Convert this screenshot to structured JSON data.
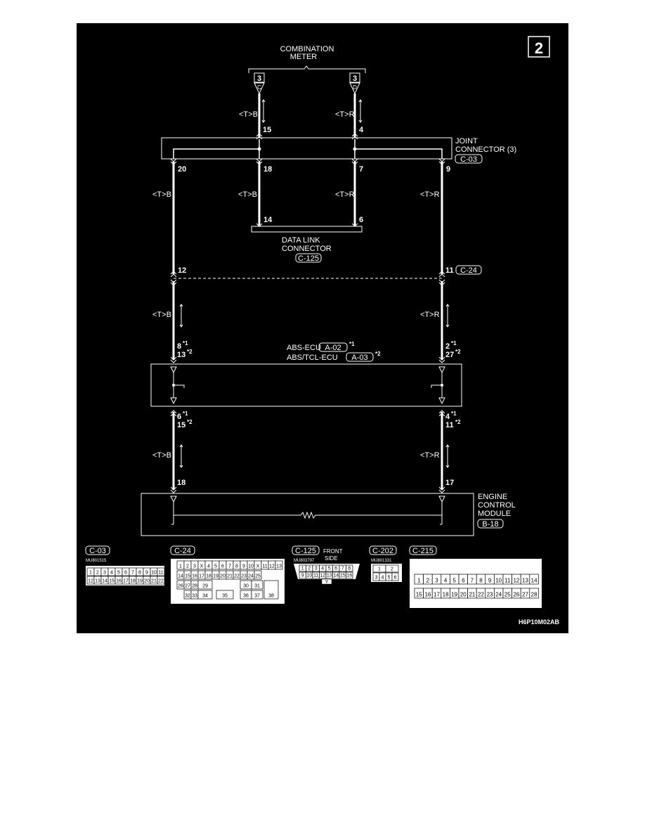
{
  "page_number": "2",
  "footer_code": "H6P10M02AB",
  "combination_meter": {
    "line1": "COMBINATION",
    "line2": "METER",
    "conn_left": "3",
    "conn_right": "3",
    "pin_left_letter": "C",
    "pin_right_letter": "D"
  },
  "wires": {
    "tb": "<T>B",
    "tr": "<T>R"
  },
  "pins": {
    "meter_left": "15",
    "meter_right": "4",
    "jc_20": "20",
    "jc_18": "18",
    "jc_7": "7",
    "jc_9": "9",
    "dlc_14": "14",
    "dlc_6": "6",
    "c24_12": "12",
    "c24_11": "11",
    "abs_8": "8",
    "abs_13": "13",
    "abs_2": "2",
    "abs_27": "27",
    "abs_6": "6",
    "abs_15": "15",
    "abs_4": "4",
    "abs_11": "11",
    "ecm_18": "18",
    "ecm_17": "17"
  },
  "notes": {
    "n1": "*1",
    "n2": "*2"
  },
  "joint_connector": {
    "line1": "JOINT",
    "line2": "CONNECTOR (3)",
    "code": "C-03"
  },
  "dlc": {
    "line1": "DATA LINK",
    "line2": "CONNECTOR",
    "code": "C-125"
  },
  "c24_tag": "C-24",
  "abs_ecu": {
    "line1": "ABS-ECU",
    "code1": "A-02",
    "line2": "ABS/TCL-ECU",
    "code2": "A-03"
  },
  "ecm": {
    "line1": "ENGINE",
    "line2": "CONTROL",
    "line3": "MODULE",
    "code": "B-18"
  },
  "connectors": {
    "c03": {
      "code": "C-03",
      "part": "MU801515",
      "row1": [
        "1",
        "2",
        "3",
        "4",
        "5",
        "6",
        "7",
        "8",
        "9",
        "10",
        "11"
      ],
      "row2": [
        "12",
        "13",
        "14",
        "15",
        "16",
        "17",
        "18",
        "19",
        "20",
        "21",
        "22"
      ]
    },
    "c24": {
      "code": "C-24",
      "row1": [
        "1",
        "2",
        "3",
        "X",
        "4",
        "5",
        "6",
        "7",
        "8",
        "9",
        "10",
        "X",
        "11",
        "12",
        "13"
      ],
      "row2": [
        "14",
        "15",
        "16",
        "17",
        "18",
        "19",
        "20",
        "21",
        "22",
        "23",
        "24",
        "25"
      ],
      "row3": [
        "26",
        "27",
        "28",
        "29",
        "30",
        "31"
      ],
      "row4": [
        "32",
        "33",
        "34",
        "35",
        "36",
        "37"
      ],
      "big": "38"
    },
    "c125": {
      "code": "C-125",
      "part": "MU803797",
      "side1": "FRONT",
      "side2": "SIDE",
      "row1": [
        "1",
        "2",
        "3",
        "4",
        "5",
        "6",
        "7",
        "8"
      ],
      "row2": [
        "9",
        "10",
        "11",
        "12",
        "13",
        "14",
        "15",
        "16"
      ],
      "key": "Y"
    },
    "c202": {
      "code": "C-202",
      "part": "MU801331",
      "row1": [
        "1",
        "2"
      ],
      "row2": [
        "3",
        "4",
        "5",
        "6"
      ]
    },
    "c215": {
      "code": "C-215",
      "row1": [
        "1",
        "2",
        "3",
        "4",
        "5",
        "6",
        "7",
        "8",
        "9",
        "10",
        "11",
        "12",
        "13",
        "14"
      ],
      "row2": [
        "15",
        "16",
        "17",
        "18",
        "19",
        "20",
        "21",
        "22",
        "23",
        "24",
        "25",
        "26",
        "27",
        "28"
      ]
    }
  }
}
